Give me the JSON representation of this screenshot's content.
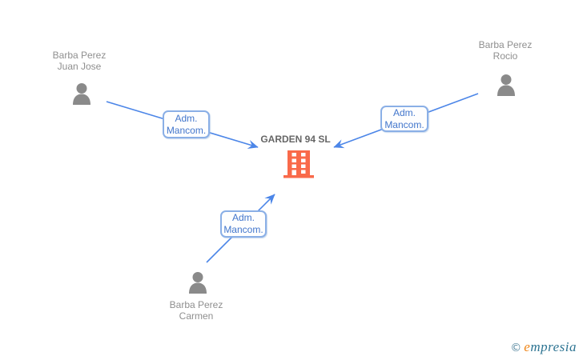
{
  "company": {
    "name": "GARDEN 94 SL"
  },
  "people": [
    {
      "name_line1": "Barba Perez",
      "name_line2": "Juan Jose"
    },
    {
      "name_line1": "Barba Perez",
      "name_line2": "Rocio"
    },
    {
      "name_line1": "Barba Perez",
      "name_line2": "Carmen"
    }
  ],
  "edges": [
    {
      "role_line1": "Adm.",
      "role_line2": "Mancom."
    },
    {
      "role_line1": "Adm.",
      "role_line2": "Mancom."
    },
    {
      "role_line1": "Adm.",
      "role_line2": "Mancom."
    }
  ],
  "footer": {
    "copyright": "©",
    "brand_first": "e",
    "brand_rest": "mpresia"
  },
  "colors": {
    "edge_blue": "#4c86e8",
    "label_border": "#8aafe6",
    "label_text": "#4276cc",
    "person_gray": "#8a8a8a",
    "name_text": "#8f8f8f",
    "company_text": "#666666",
    "building_orange": "#f96a4a",
    "logo_orange": "#ef8414",
    "logo_teal": "#2d7492"
  }
}
